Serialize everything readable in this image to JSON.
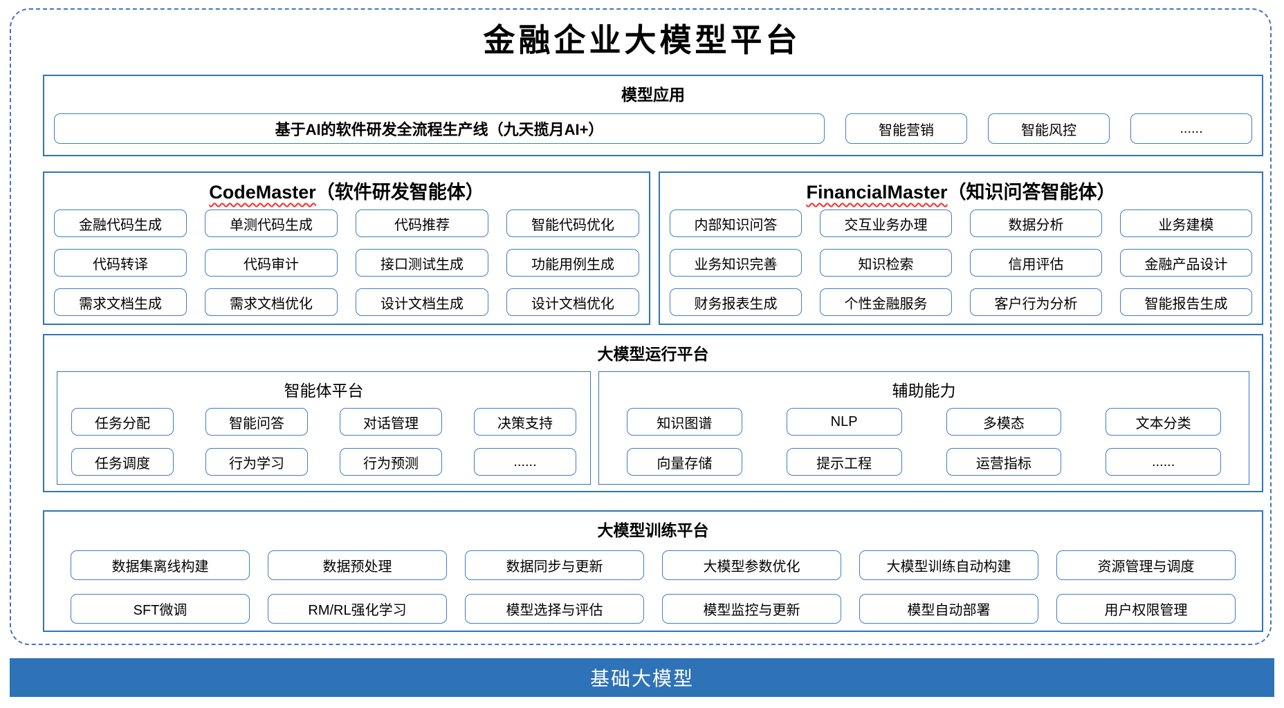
{
  "title": "金融企业大模型平台",
  "colors": {
    "frame_dashed": "#4472C4",
    "container_border": "#2E75B6",
    "chip_border": "#3F7DC4",
    "base_bar_bg": "#2E73B8",
    "base_bar_text": "#FFFFFF",
    "spellcheck_underline": "#FF2A2A",
    "text": "#000000"
  },
  "model_app": {
    "title": "模型应用",
    "pipeline": "基于AI的软件研发全流程生产线（九天揽月AI+）",
    "apps": [
      "智能营销",
      "智能风控",
      "......"
    ]
  },
  "code_master": {
    "title_en": "CodeMaster",
    "title_zh": "（软件研发智能体）",
    "items": [
      "金融代码生成",
      "单测代码生成",
      "代码推荐",
      "智能代码优化",
      "代码转译",
      "代码审计",
      "接口测试生成",
      "功能用例生成",
      "需求文档生成",
      "需求文档优化",
      "设计文档生成",
      "设计文档优化"
    ]
  },
  "financial_master": {
    "title_en": "FinancialMaster",
    "title_zh": "（知识问答智能体）",
    "items": [
      "内部知识问答",
      "交互业务办理",
      "数据分析",
      "业务建模",
      "业务知识完善",
      "知识检索",
      "信用评估",
      "金融产品设计",
      "财务报表生成",
      "个性金融服务",
      "客户行为分析",
      "智能报告生成"
    ]
  },
  "runtime": {
    "title": "大模型运行平台",
    "agent_platform": {
      "title": "智能体平台",
      "items": [
        "任务分配",
        "智能问答",
        "对话管理",
        "决策支持",
        "任务调度",
        "行为学习",
        "行为预测",
        "......"
      ]
    },
    "aux_ability": {
      "title": "辅助能力",
      "items": [
        "知识图谱",
        "NLP",
        "多模态",
        "文本分类",
        "向量存储",
        "提示工程",
        "运营指标",
        "......"
      ]
    }
  },
  "training": {
    "title": "大模型训练平台",
    "items": [
      "数据集离线构建",
      "数据预处理",
      "数据同步与更新",
      "大模型参数优化",
      "大模型训练自动构建",
      "资源管理与调度",
      "SFT微调",
      "RM/RL强化学习",
      "模型选择与评估",
      "模型监控与更新",
      "模型自动部署",
      "用户权限管理"
    ]
  },
  "base_model": {
    "title": "基础大模型"
  }
}
